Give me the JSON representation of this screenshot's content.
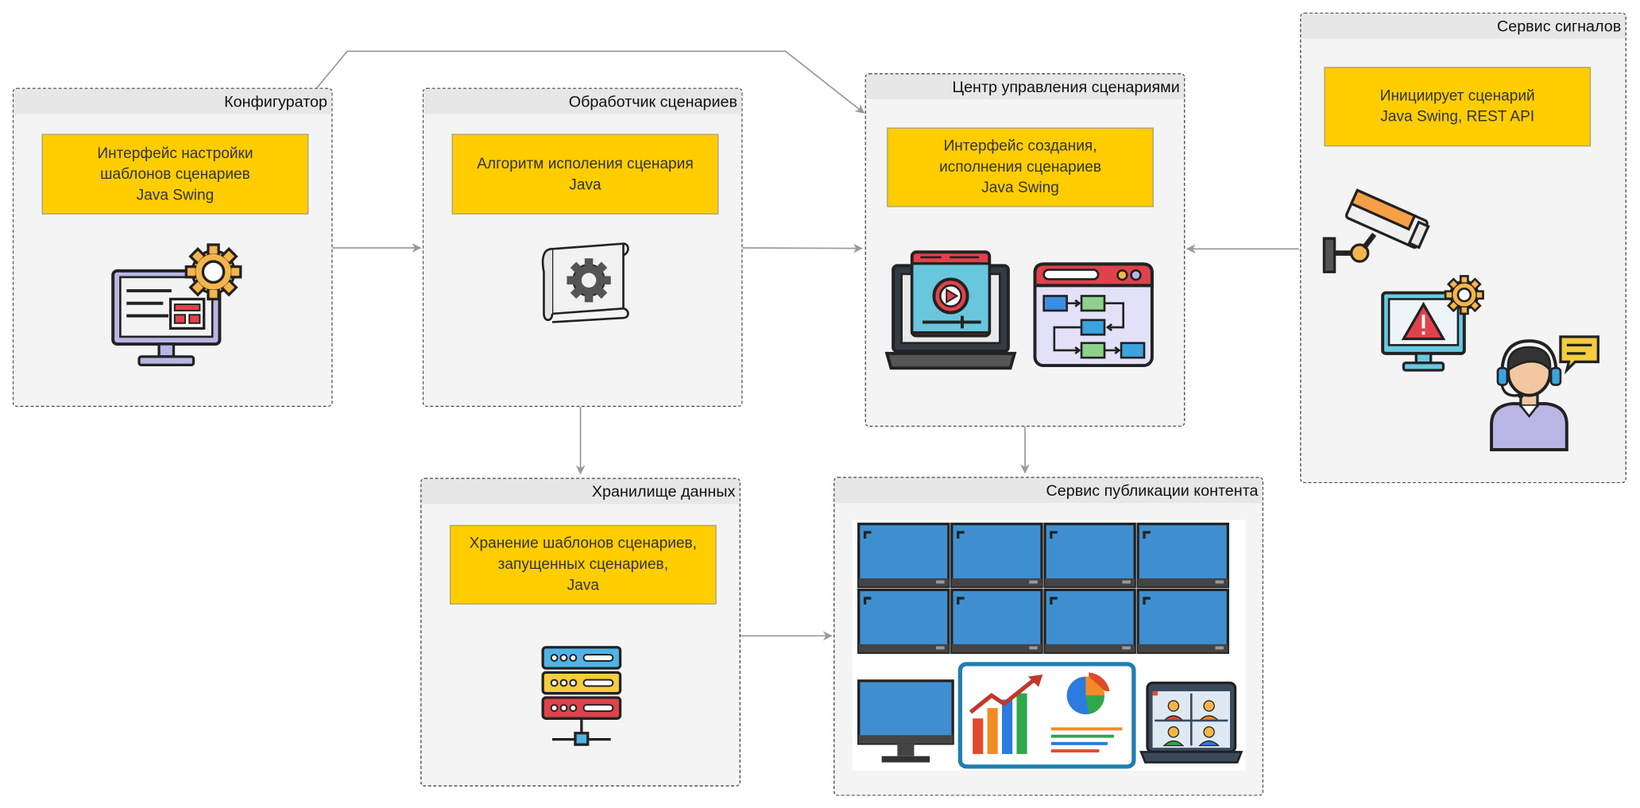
{
  "groups": {
    "configurator": {
      "title": "Конфигуратор",
      "note": [
        "Интерфейс настройки",
        "шаблонов сценариев",
        "Java Swing"
      ]
    },
    "handler": {
      "title": "Обработчик сценариев",
      "note": [
        "Алгоритм исполения сценария",
        "Java"
      ]
    },
    "control_center": {
      "title": "Центр управления сценариями",
      "note": [
        "Интерфейс создания,",
        "исполнения сценариев",
        "Java Swing"
      ]
    },
    "signals": {
      "title": "Сервис сигналов",
      "note": [
        "Инициирует сценарий",
        "Java Swing, REST API"
      ]
    },
    "storage": {
      "title": "Хранилище данных",
      "note": [
        "Хранение шаблонов сценариев,",
        "запущенных сценариев,",
        "Java"
      ]
    },
    "publishing": {
      "title": "Сервис публикации контента"
    }
  },
  "icons": {
    "configurator": "monitor-settings-icon",
    "handler": "blueprint-gear-icon",
    "control_center_video": "laptop-video-icon",
    "control_center_flow": "flowchart-window-icon",
    "signals_camera": "security-camera-icon",
    "signals_alert": "monitor-alert-icon",
    "signals_operator": "operator-headset-icon",
    "storage": "server-stack-icon",
    "publishing": "video-wall-icon"
  },
  "colors": {
    "note_fill": "#ffcd00",
    "group_fill": "#f4f4f4",
    "group_header": "#e7e7e7",
    "arrow": "#9a9a9a"
  },
  "connections": [
    {
      "from": "configurator",
      "to": "handler"
    },
    {
      "from": "configurator",
      "to": "control_center"
    },
    {
      "from": "handler",
      "to": "control_center"
    },
    {
      "from": "signals",
      "to": "control_center"
    },
    {
      "from": "handler",
      "to": "storage"
    },
    {
      "from": "control_center",
      "to": "publishing"
    },
    {
      "from": "storage",
      "to": "publishing"
    }
  ]
}
